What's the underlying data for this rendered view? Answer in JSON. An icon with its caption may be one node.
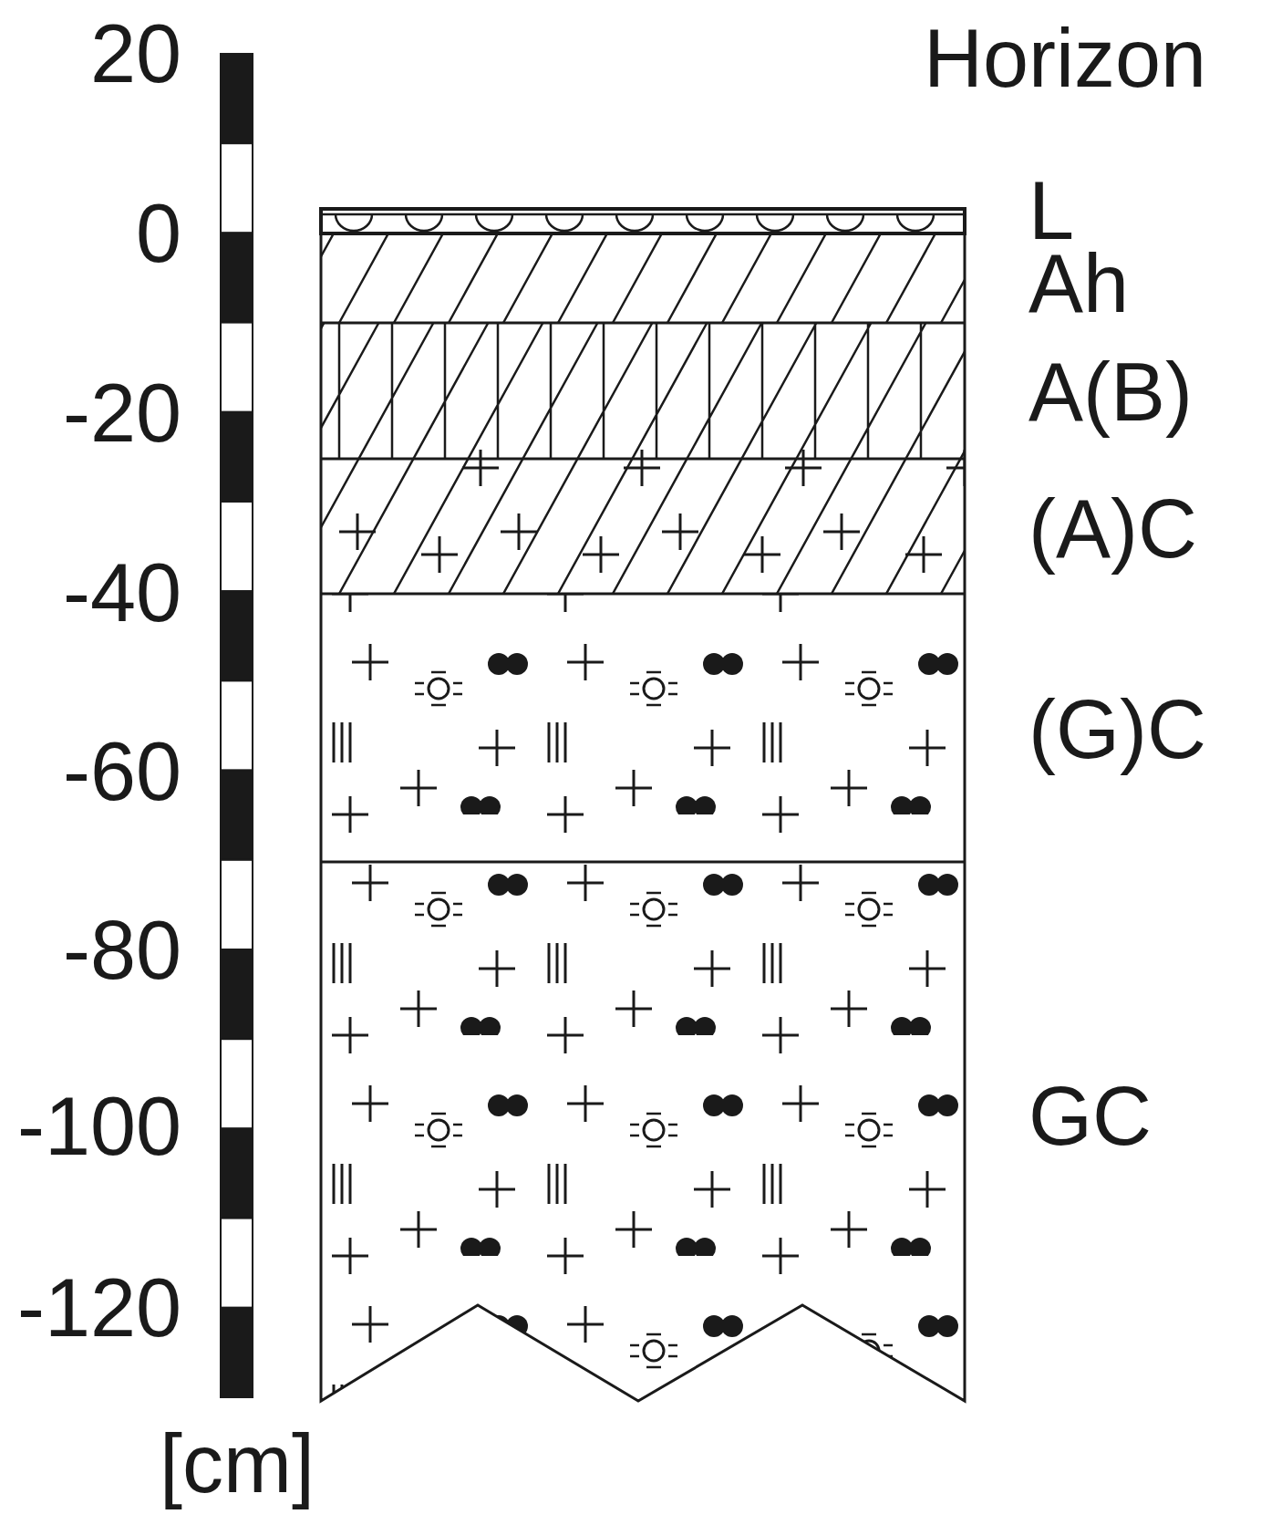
{
  "diagram": {
    "labels": [
      "Horizon",
      "20",
      "L",
      "0",
      "Ah",
      "A(B)",
      "-20",
      "(A)C",
      "-40",
      "(G)C",
      "-60",
      "-80",
      "-100",
      "GC",
      "-120",
      "[cm]"
    ]
  }
}
